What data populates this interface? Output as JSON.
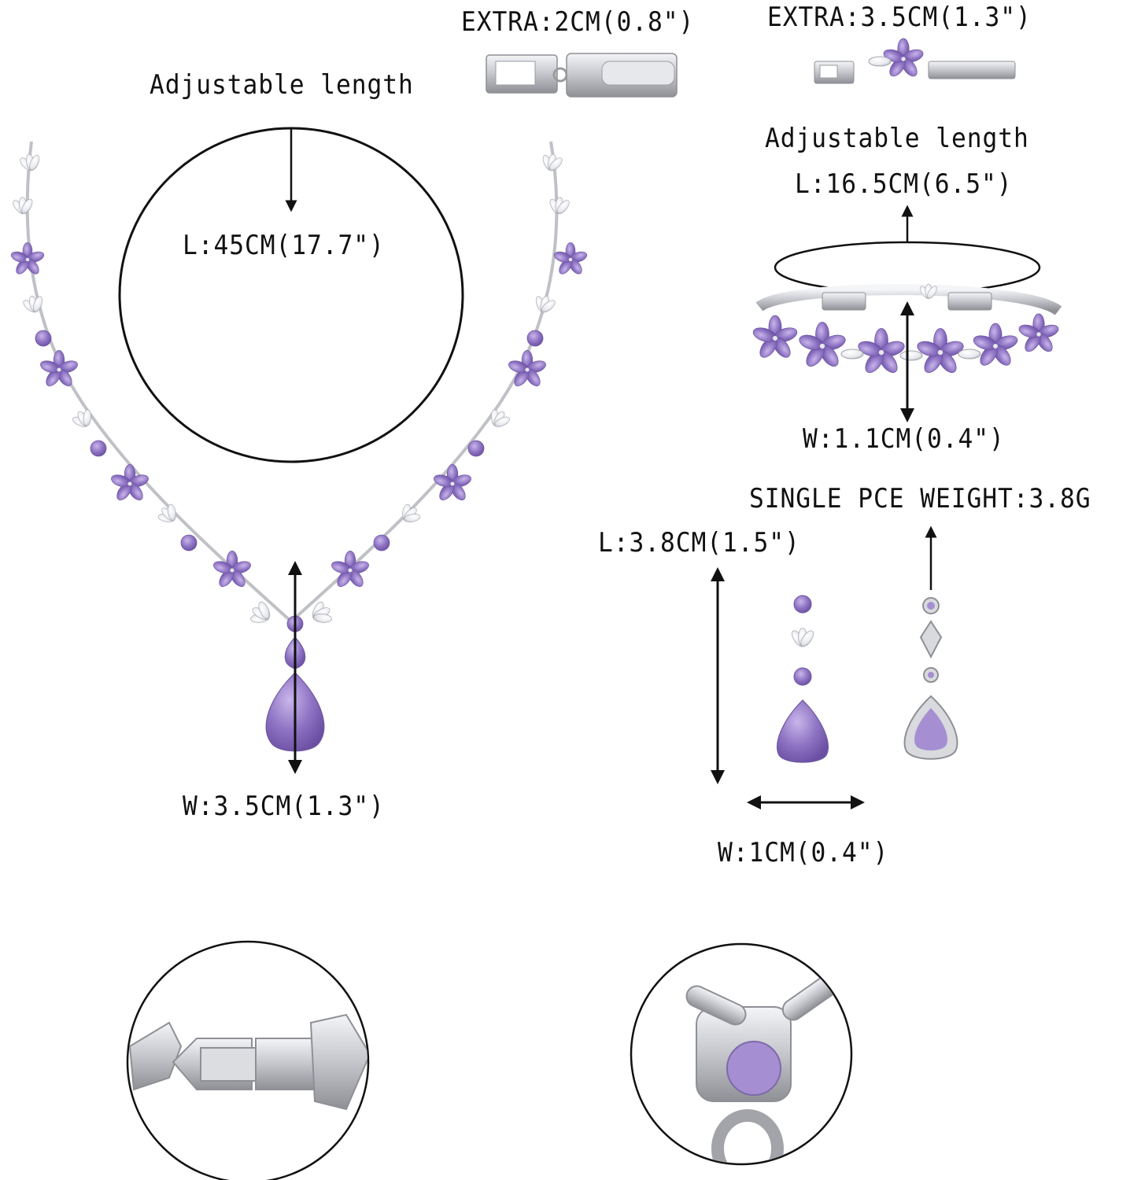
{
  "necklace": {
    "adjustable_label": "Adjustable length",
    "extender_label": "EXTRA:2CM(0.8\")",
    "length_label": "L:45CM(17.7\")",
    "pendant_width_label": "W:3.5CM(1.3\")"
  },
  "bracelet": {
    "extender_label": "EXTRA:3.5CM(1.3\")",
    "adjustable_label": "Adjustable length",
    "length_label": "L:16.5CM(6.5\")",
    "width_label": "W:1.1CM(0.4\")"
  },
  "earrings": {
    "weight_label": "SINGLE PCE WEIGHT:3.8G",
    "length_label": "L:3.8CM(1.5\")",
    "width_label": "W:1CM(0.4\")"
  },
  "detail_views": [
    {
      "name": "fold-over-clasp-closeup"
    },
    {
      "name": "earring-post-back-closeup"
    }
  ],
  "colors": {
    "amethyst": "#8a6fbf",
    "amethyst_light": "#b7a2dc",
    "silver": "#c9cbd0",
    "silver_dark": "#8e9096",
    "outline": "#111111"
  }
}
